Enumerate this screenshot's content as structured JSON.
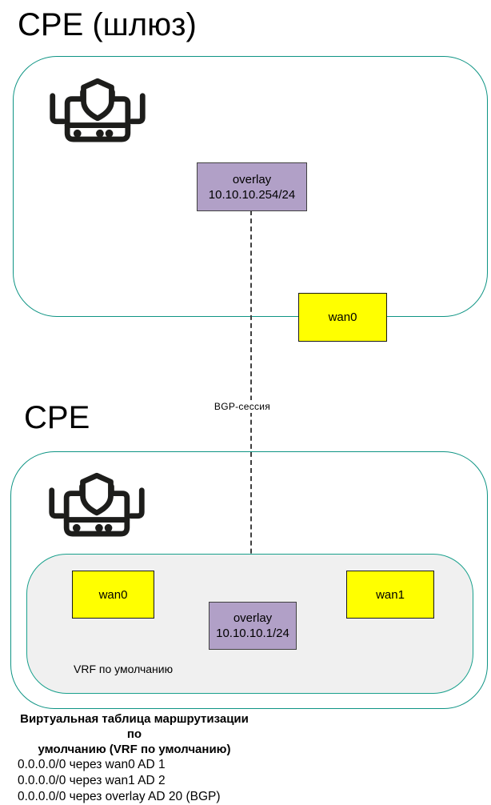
{
  "diagram": {
    "gateway": {
      "title": "CPE (шлюз)",
      "overlay_node": {
        "name": "overlay",
        "address": "10.10.10.254/24"
      },
      "wan0_node": {
        "label": "wan0"
      }
    },
    "bgp_link": {
      "label": "BGP-сессия"
    },
    "cpe": {
      "title": "CPE",
      "vrf_label": "VRF по умолчанию",
      "wan0_node": {
        "label": "wan0"
      },
      "wan1_node": {
        "label": "wan1"
      },
      "overlay_node": {
        "name": "overlay",
        "address": "10.10.10.1/24"
      }
    },
    "routing_table": {
      "title_line1": "Виртуальная таблица маршрутизации по",
      "title_line2": "умолчанию (VRF по умолчанию)",
      "routes": [
        "0.0.0.0/0 через wan0 AD 1",
        "0.0.0.0/0 через wan1 AD 2",
        "0.0.0.0/0 через overlay AD 20 (BGP)"
      ]
    },
    "icons": {
      "router": "router-with-shield-icon"
    },
    "colors": {
      "boundary_teal": "#0E9484",
      "interface_yellow": "#FFFF00",
      "overlay_purple": "#B1A0C7",
      "vrf_fill_gray": "#F0F0F0",
      "icon_black": "#1D1D1B"
    }
  }
}
